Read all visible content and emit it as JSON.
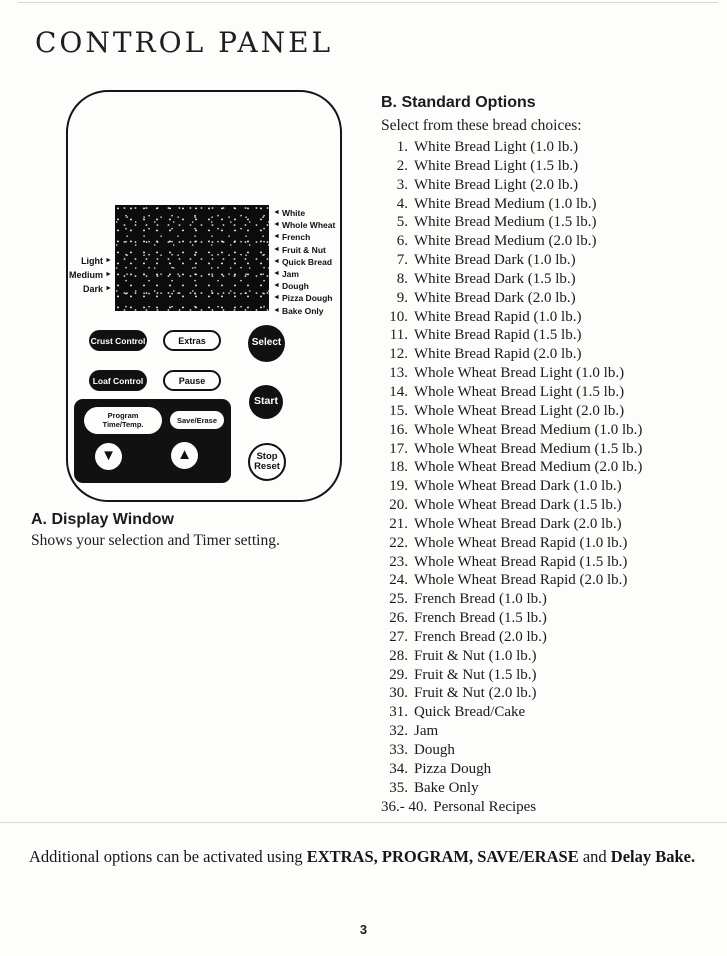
{
  "page": {
    "title": "CONTROL PANEL",
    "page_number": "3"
  },
  "icons": {
    "left_arrow": "◄",
    "right_arrow": "►",
    "down_triangle": "▼",
    "up_triangle": "▲"
  },
  "device_panel": {
    "crust_labels": [
      "Light",
      "Medium",
      "Dark"
    ],
    "bread_labels": [
      "White",
      "Whole Wheat",
      "French",
      "Fruit & Nut",
      "Quick Bread",
      "Jam",
      "Dough",
      "Pizza Dough",
      "Bake Only"
    ],
    "buttons": {
      "crust_control": "Crust Control",
      "extras": "Extras",
      "select": "Select",
      "loaf_control": "Loaf Control",
      "pause": "Pause",
      "start": "Start",
      "program_line1": "Program",
      "program_line2": "Time/Temp.",
      "save_erase": "Save/Erase",
      "stop_line1": "Stop",
      "stop_line2": "Reset"
    }
  },
  "section_a": {
    "heading": "A. Display Window",
    "body": "Shows your selection and Timer setting."
  },
  "section_b": {
    "heading": "B. Standard Options",
    "intro": "Select from these bread choices:",
    "options": [
      {
        "num": "1.",
        "label": "White Bread Light (1.0 lb.)"
      },
      {
        "num": "2.",
        "label": "White Bread Light (1.5 lb.)"
      },
      {
        "num": "3.",
        "label": "White Bread Light (2.0 lb.)"
      },
      {
        "num": "4.",
        "label": "White Bread Medium (1.0 lb.)"
      },
      {
        "num": "5.",
        "label": "White Bread Medium (1.5 lb.)"
      },
      {
        "num": "6.",
        "label": "White Bread Medium (2.0 lb.)"
      },
      {
        "num": "7.",
        "label": "White Bread Dark (1.0 lb.)"
      },
      {
        "num": "8.",
        "label": "White Bread Dark (1.5 lb.)"
      },
      {
        "num": "9.",
        "label": "White Bread Dark (2.0 lb.)"
      },
      {
        "num": "10.",
        "label": "White Bread Rapid (1.0 lb.)"
      },
      {
        "num": "11.",
        "label": "White Bread Rapid (1.5 lb.)"
      },
      {
        "num": "12.",
        "label": "White Bread Rapid (2.0 lb.)"
      },
      {
        "num": "13.",
        "label": "Whole Wheat Bread Light (1.0 lb.)"
      },
      {
        "num": "14.",
        "label": "Whole Wheat Bread Light (1.5 lb.)"
      },
      {
        "num": "15.",
        "label": "Whole Wheat Bread Light (2.0 lb.)"
      },
      {
        "num": "16.",
        "label": "Whole Wheat Bread Medium (1.0 lb.)"
      },
      {
        "num": "17.",
        "label": "Whole Wheat Bread Medium (1.5 lb.)"
      },
      {
        "num": "18.",
        "label": "Whole Wheat Bread Medium (2.0 lb.)"
      },
      {
        "num": "19.",
        "label": "Whole Wheat Bread Dark (1.0 lb.)"
      },
      {
        "num": "20.",
        "label": "Whole Wheat Bread Dark (1.5 lb.)"
      },
      {
        "num": "21.",
        "label": "Whole Wheat Bread Dark (2.0 lb.)"
      },
      {
        "num": "22.",
        "label": "Whole Wheat Bread Rapid (1.0 lb.)"
      },
      {
        "num": "23.",
        "label": "Whole Wheat Bread Rapid (1.5 lb.)"
      },
      {
        "num": "24.",
        "label": "Whole Wheat Bread Rapid (2.0 lb.)"
      },
      {
        "num": "25.",
        "label": "French Bread (1.0 lb.)"
      },
      {
        "num": "26.",
        "label": "French Bread (1.5 lb.)"
      },
      {
        "num": "27.",
        "label": "French Bread (2.0 lb.)"
      },
      {
        "num": "28.",
        "label": "Fruit & Nut (1.0 lb.)"
      },
      {
        "num": "29.",
        "label": "Fruit & Nut (1.5 lb.)"
      },
      {
        "num": "30.",
        "label": "Fruit & Nut (2.0 lb.)"
      },
      {
        "num": "31.",
        "label": "Quick Bread/Cake"
      },
      {
        "num": "32.",
        "label": "Jam"
      },
      {
        "num": "33.",
        "label": "Dough"
      },
      {
        "num": "34.",
        "label": "Pizza Dough"
      },
      {
        "num": "35.",
        "label": "Bake Only"
      },
      {
        "num": "36.- 40.",
        "label": "Personal Recipes"
      }
    ]
  },
  "footer": {
    "text_1": "Additional options can be activated using ",
    "bold_1": "EXTRAS, PROGRAM, SAVE/ERASE",
    "text_2": " and ",
    "bold_2": "Delay Bake."
  }
}
